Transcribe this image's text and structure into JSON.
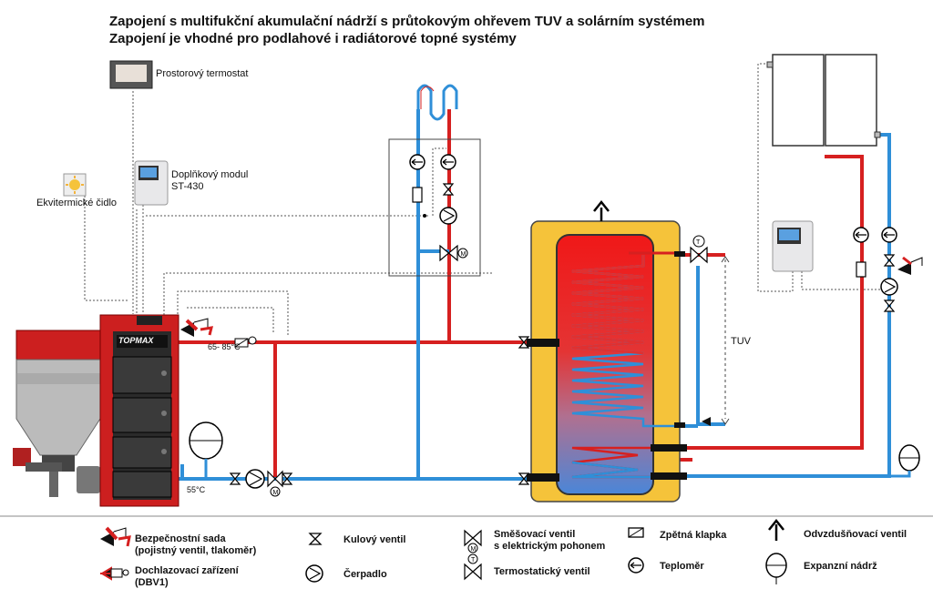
{
  "title": {
    "line1": "Zapojení s multifukční akumulační nádrží s průtokovým ohřevem TUV a solárním systémem",
    "line2": "Zapojení je vhodné pro podlahové i radiátorové topné systémy"
  },
  "labels": {
    "room_thermostat": "Prostorový termostat",
    "module_line1": "Doplňkový modul",
    "module_line2": "ST-430",
    "weather_sensor": "Ekvitermické čidlo",
    "temp_range": "65- 85°C",
    "temp_return": "55°C",
    "tuv": "TUV",
    "boiler_brand": "TOPMAX"
  },
  "legend": {
    "safety_line1": "Bezpečnostní sada",
    "safety_line2": "(pojistný ventil, tlakoměr)",
    "refill_line1": "Dochlazovací zařízení",
    "refill_line2": "(DBV1)",
    "ball_valve": "Kulový ventil",
    "pump": "Čerpadlo",
    "mixing_line1": "Směšovací ventil",
    "mixing_line2": "s elektrickým pohonem",
    "thermo_valve": "Termostatický ventil",
    "check_valve": "Zpětná klapka",
    "thermometer": "Teploměr",
    "vent_valve": "Odvzdušňovací ventil",
    "expansion": "Expanzní nádrž"
  },
  "colors": {
    "hot": "#d62020",
    "cold": "#2f8fd8",
    "tank": "#f5c33a",
    "boiler": "#cc1f1f"
  }
}
